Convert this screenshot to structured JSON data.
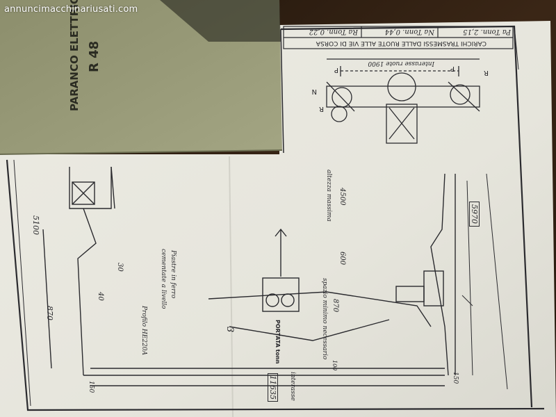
{
  "watermark": "annuncimacchinariusati.com",
  "cover": {
    "title_line1": "PARANCO ELETTRICO",
    "title_line2": "R 48"
  },
  "table": {
    "header": "CARICHI TRASMESSI DALLE RUOTE ALLE VIE DI CORSA",
    "cells": [
      "Pa Tonn. 2,15",
      "Na Tonn. 0,44",
      "Ra Tonn. 0,22"
    ]
  },
  "plan": {
    "interasse_label": "Interasse ruote 1900",
    "letters": [
      "P",
      "P",
      "N",
      "R",
      "R"
    ]
  },
  "labels": {
    "dim_5970": "5970",
    "altezza": "altezza massima",
    "dim_4500": "4500",
    "dim_600": "600",
    "spazio": "spazio minimo necessario",
    "dim_870": "870",
    "portata": "PORTATA tonn",
    "portata_value": "3",
    "interasse": "interasse",
    "dim_11635": "11635",
    "dim_150_left": "150",
    "dim_150_right": "150",
    "dim_100": "100",
    "dim_5100": "5100",
    "dim_870_left": "870",
    "piastre": "Piastre in ferro",
    "cementate": "cementate a livello",
    "dim_30": "30",
    "dim_40": "40",
    "profilo": "Profilo HE220A"
  }
}
